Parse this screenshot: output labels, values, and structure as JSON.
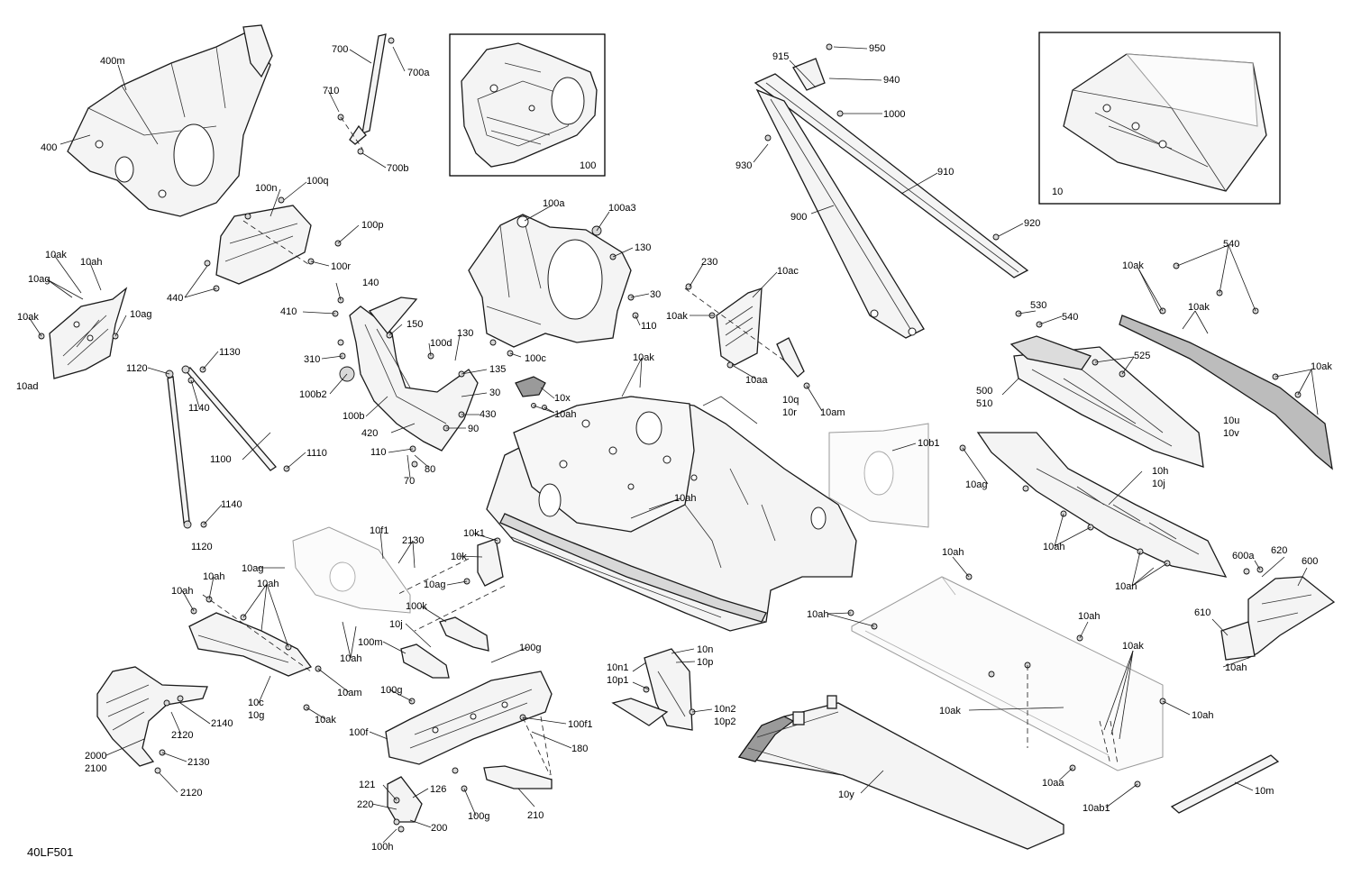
{
  "diagram_code": "40LF501",
  "callouts": {
    "c400m": "400m",
    "c400": "400",
    "c700": "700",
    "c700a": "700a",
    "c710": "710",
    "c700b": "700b",
    "c100": "100",
    "c915": "915",
    "c950": "950",
    "c940": "940",
    "c1000": "1000",
    "c930": "930",
    "c910": "910",
    "c900": "900",
    "c920": "920",
    "c10": "10",
    "c100n": "100n",
    "c100q": "100q",
    "c100p": "100p",
    "c100r": "100r",
    "c440": "440",
    "c100a": "100a",
    "c100a3": "100a3",
    "c130a": "130",
    "c30a": "30",
    "c110a": "110",
    "c230": "230",
    "c10ac": "10ac",
    "c10ak_a": "10ak",
    "c10aa_a": "10aa",
    "c10q": "10q",
    "c10r": "10r",
    "c10am_a": "10am",
    "c540a": "540",
    "c10ak_b": "10ak",
    "c10ak_c": "10ak",
    "c10ak_d": "10ak",
    "c530": "530",
    "c540b": "540",
    "c525": "525",
    "c500": "500",
    "c510": "510",
    "c10u": "10u",
    "c10v": "10v",
    "c10ak_e": "10ak",
    "c10ah_a": "10ah",
    "c10ag_a": "10ag",
    "c10ak_f": "10ak",
    "c10ag_b": "10ag",
    "c10ad": "10ad",
    "c140": "140",
    "c410": "410",
    "c150": "150",
    "c310": "310",
    "c100d": "100d",
    "c130b": "130",
    "c100c": "100c",
    "c135": "135",
    "c100b2": "100b2",
    "c30b": "30",
    "c100b": "100b",
    "c430": "430",
    "c420": "420",
    "c90": "90",
    "c110b": "110",
    "c80": "80",
    "c70": "70",
    "c10x": "10x",
    "c10ah_b": "10ah",
    "c10ak_g": "10ak",
    "c10ah_c": "10ah",
    "c1120a": "1120",
    "c1130": "1130",
    "c1140a": "1140",
    "c1100": "1100",
    "c1110": "1110",
    "c1140b": "1140",
    "c1120b": "1120",
    "c10b1": "10b1",
    "c10ag_c": "10ag",
    "c10h": "10h",
    "c10j": "10j",
    "c10ah_d": "10ah",
    "c10an": "10an",
    "c10f1": "10f1",
    "c2130a": "2130",
    "c10ag_d": "10ag",
    "c10ah_e": "10ah",
    "c10ah_f": "10ah",
    "c10ah_g": "10ah",
    "c10ah_h": "10ah",
    "c10am_b": "10am",
    "c10c": "10c",
    "c10g": "10g",
    "c10ak_h": "10ak",
    "c10k1": "10k1",
    "c10k": "10k",
    "c10ag_e": "10ag",
    "c100k": "100k",
    "c10j_b": "10j",
    "c100m": "100m",
    "c100g_a": "100g",
    "c100g_b": "100g",
    "c100f": "100f",
    "c100f1": "100f1",
    "c180": "180",
    "c121": "121",
    "c126": "126",
    "c220": "220",
    "c200": "200",
    "c100h": "100h",
    "c100g_c": "100g",
    "c210": "210",
    "c2140": "2140",
    "c2120a": "2120",
    "c2000": "2000",
    "c2100": "2100",
    "c2130b": "2130",
    "c2120b": "2120",
    "c10n": "10n",
    "c10p": "10p",
    "c10n1": "10n1",
    "c10p1": "10p1",
    "c10n2": "10n2",
    "c10p2": "10p2",
    "c10ah_i": "10ah",
    "c10ah_j": "10ah",
    "c10ah_k": "10ah",
    "c10ak_i": "10ak",
    "c10ak_j": "10ak",
    "c10ah_l": "10ah",
    "c10aa_b": "10aa",
    "c10ab1": "10ab1",
    "c10y": "10y",
    "c10m": "10m",
    "c600a": "600a",
    "c620": "620",
    "c600": "600",
    "c610": "610",
    "c10ah_m": "10ah"
  }
}
